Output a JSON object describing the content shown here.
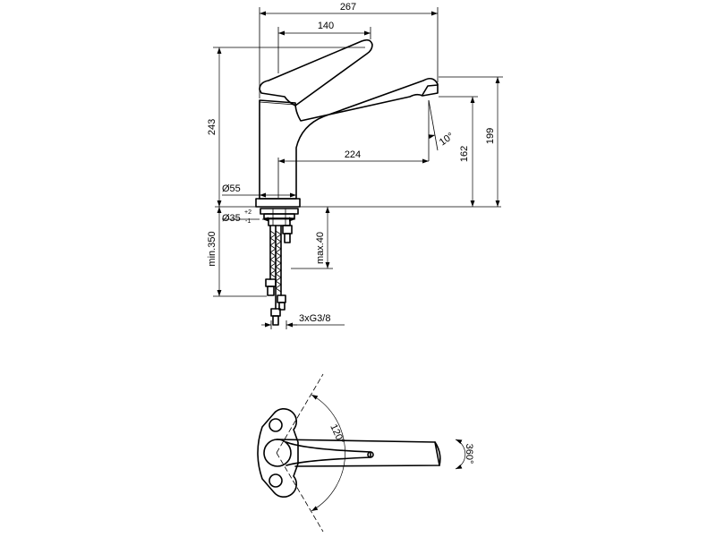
{
  "dimensions": {
    "total_width": "267",
    "lever_length": "140",
    "total_height": "243",
    "spout_height_outer": "199",
    "spout_height_inner": "162",
    "spout_reach": "224",
    "spout_angle": "10°",
    "base_diameter": "Ø55",
    "hole_diameter": "Ø35",
    "hole_tolerance_upper": "+2",
    "hole_tolerance_lower": "-1",
    "min_hose_length": "min.350",
    "max_deck_thickness": "max.40",
    "connections": "3xG3/8",
    "lever_rotation": "120°",
    "spout_rotation": "360°"
  }
}
